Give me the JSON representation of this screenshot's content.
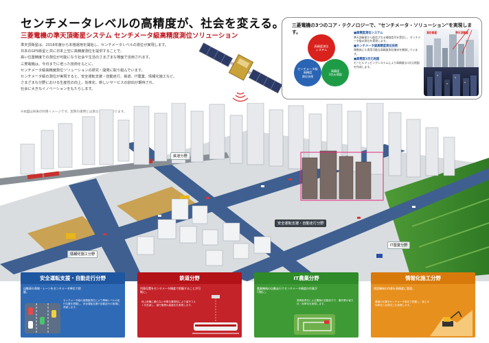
{
  "header": {
    "headline": "センチメータレベルの高精度が、社会を変える。",
    "subheadline": "三菱電機の準天頂衛星システム センチメータ級高精度測位ソリューション"
  },
  "intro": {
    "lines": [
      "準天頂衛星は、2018年度から本格運用を開始し、センチメータレベルの測位が実現します。",
      "日本のGPS衛星と共に日本上空に高精度測位を提供することで、",
      "高い位置精度での測位が可能になり社会や生活のさまざまな場面で活用されます。",
      "三菱電機は、今日までに培った技術をもとに、",
      "センチメータ級高精度測位ソリューションの研究・開発に取り組んでいます。",
      "センチメータ級の測位が実現すると、安全運転支援・自動走行、鉄道、IT農業、情報化施工など、",
      "さまざまな分野における生産性の向上、効率化、新しいサービスの創出が期待され、",
      "社会に大きなイノベーションをもたらします。"
    ],
    "footnote": "※本図は将来の利用イメージです。実際の運用とは異なる場合があります。"
  },
  "tech_panel": {
    "title": "三菱電機の3つのコア・テクノロジーで、\"センチメータ・ソリューション\"を実現します。",
    "circles": {
      "red": "高精度測位\nシステム",
      "blue": "センチメータ級\n高精度\n測位技術",
      "green": "高精度\n3次元地図"
    },
    "items": [
      {
        "head": "■高精度測位システム",
        "text": "準天頂衛星から配信される補強信号を受信し、センチメータ級の測位を実現します。"
      },
      {
        "head": "■センチメータ級高精度測位技術",
        "text": "移動体にも適用可能な高精度測位端末を開発しています。"
      },
      {
        "head": "■高精度3次元地図",
        "text": "モービルマッピングシステムにより高精度な3次元地図を作成します。"
      }
    ],
    "illustration_labels": [
      "準天頂衛星",
      "測位衛星"
    ]
  },
  "map_labels": {
    "railway": "鉄道分野",
    "driving": "安全運転支援・自動走行分野",
    "construction": "情報化施工分野",
    "agriculture": "IT農業分野"
  },
  "cards": [
    {
      "title": "安全運転支援・自動走行分野",
      "lead": "自動車の車線・レーンをセンチメータ単位で把握。",
      "text": "センチメータ級の高精度測位により車線レベルの走行位置を把握し、安全運転支援や自動走行の実現に貢献します。"
    },
    {
      "title": "鉄道分野",
      "lead": "列車位置をセンチメータ精度で把握することが可能に。",
      "text": "地上設備に頼らない列車位置検知により保守コストを低減し、運行管理の高度化を実現します。"
    },
    {
      "title": "IT農業分野",
      "lead": "農業機械の自動走行でセンチメータ精度の作業が可能に。",
      "text": "高精度測位による農機の自動走行で、農作業の省力化・効率化を実現します。"
    },
    {
      "title": "情報化施工分野",
      "lead": "建設機械の作業を高精度に管理。",
      "text": "建機の位置をセンチメータ単位で把握し、施工の効率化と品質向上を実現します。"
    }
  ],
  "colors": {
    "accent_red": "#c0161e",
    "blue": "#1e56a0",
    "red": "#b31218",
    "green": "#2f8a2a",
    "orange": "#d77a0b"
  }
}
